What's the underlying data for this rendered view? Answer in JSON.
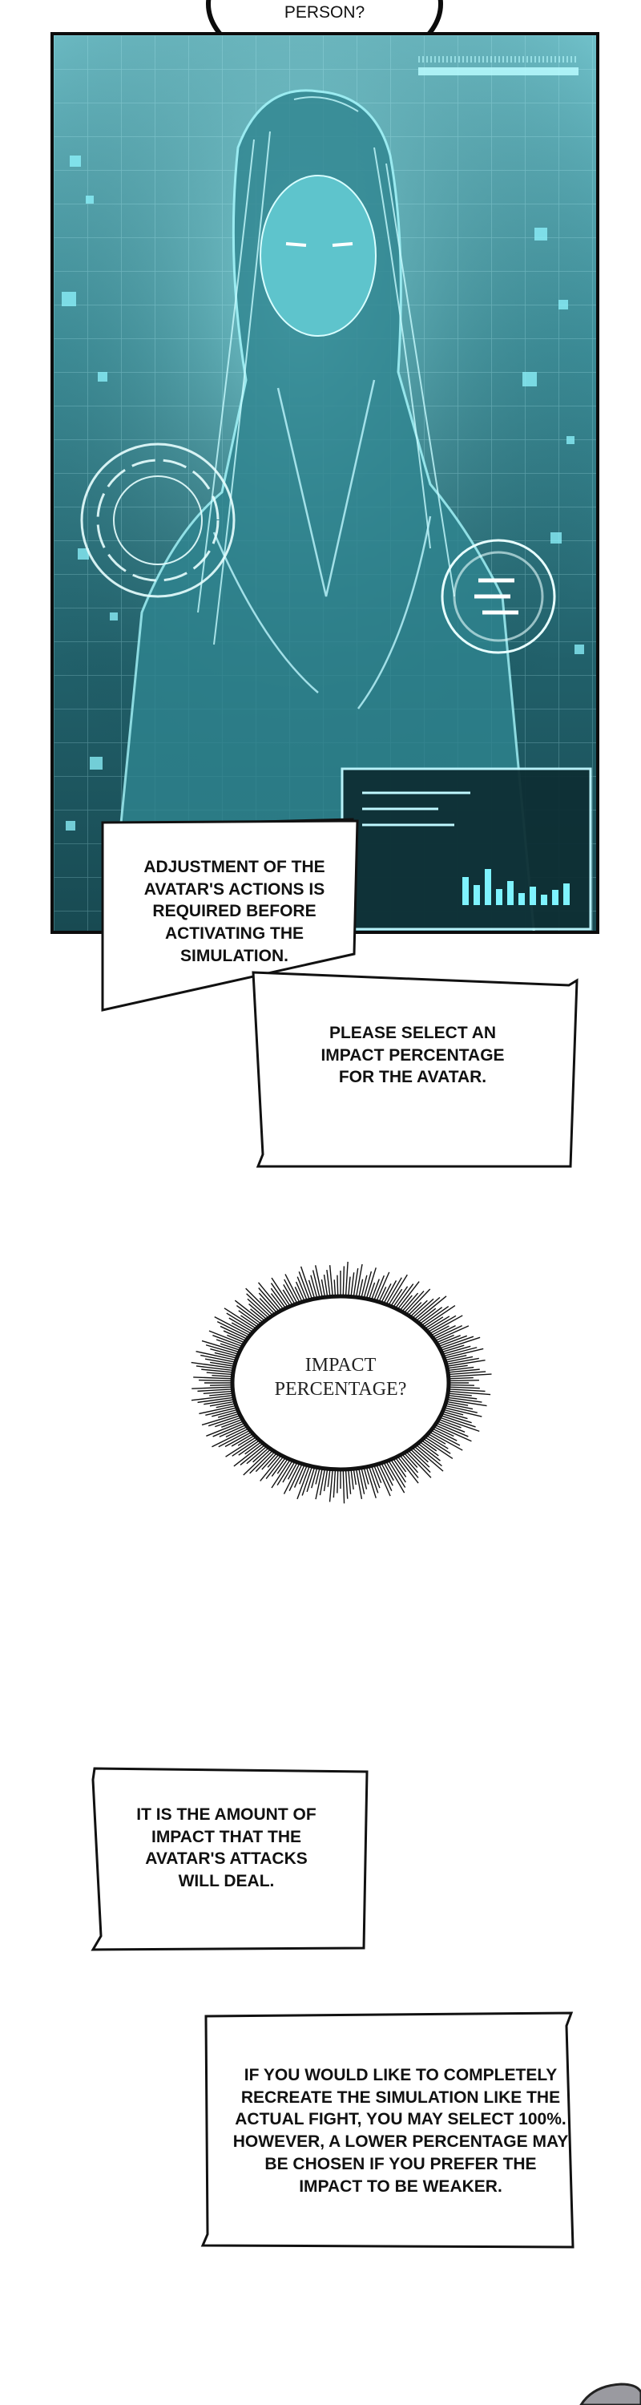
{
  "top_bubble": {
    "text": "PERSON?"
  },
  "hologram_panel": {
    "subject": "holographic avatar of long-haired figure in robes",
    "accent_color": "#7ef3ff"
  },
  "captions": {
    "adjustment": "ADJUSTMENT OF THE AVATAR'S ACTIONS IS REQUIRED BEFORE ACTIVATING THE SIMULATION.",
    "please_select": "PLEASE SELECT AN IMPACT PERCENTAGE FOR THE AVATAR.",
    "impact_question": "IMPACT PERCENTAGE?",
    "amount_of_impact": "IT IS THE AMOUNT OF IMPACT THAT THE AVATAR'S ATTACKS WILL DEAL.",
    "recreate": "IF YOU WOULD LIKE TO COMPLETELY RECREATE THE SIMULATION LIKE THE ACTUAL FIGHT, YOU MAY SELECT 100%. HOWEVER, A LOWER PERCENTAGE MAY BE CHOSEN IF YOU PREFER THE IMPACT TO BE WEAKER."
  },
  "colors": {
    "ink": "#111111",
    "holo_dark": "#184a52",
    "holo_light": "#6fbfc8",
    "glow": "#7ef3ff"
  }
}
